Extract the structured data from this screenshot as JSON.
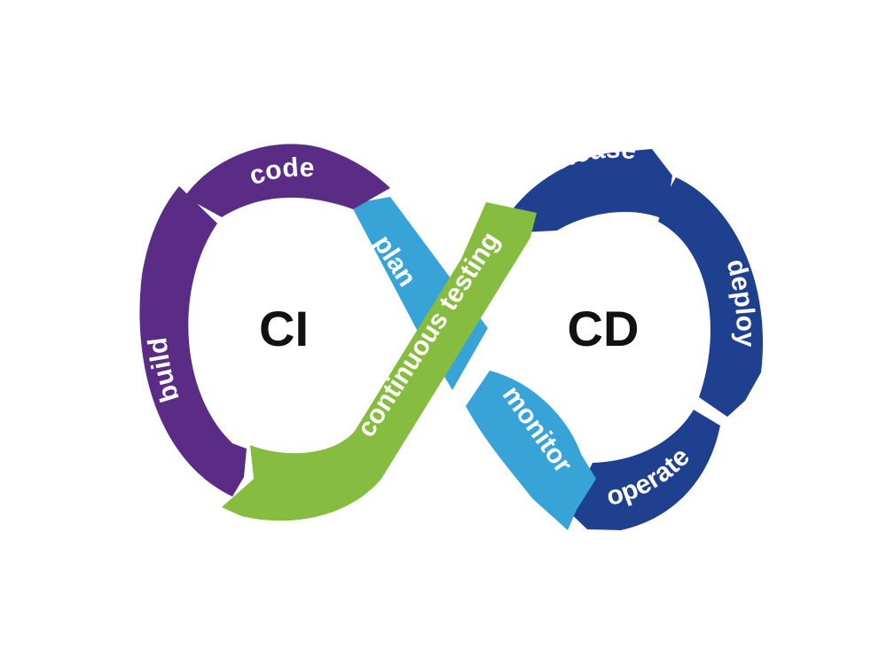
{
  "loops": {
    "left": {
      "label": "CI"
    },
    "right": {
      "label": "CD"
    }
  },
  "segments": {
    "code": "code",
    "build": "build",
    "plan": "plan",
    "continuous_testing": "continuous testing",
    "release": "release",
    "deploy": "deploy",
    "operate": "operate",
    "monitor": "monitor"
  },
  "colors": {
    "ci_purple": "#5b2c86",
    "cd_navy": "#1f3f8f",
    "plan_monitor_blue": "#38a3d6",
    "testing_green": "#86bc40",
    "label_text": "#ffffff",
    "hub_text": "#111111"
  }
}
